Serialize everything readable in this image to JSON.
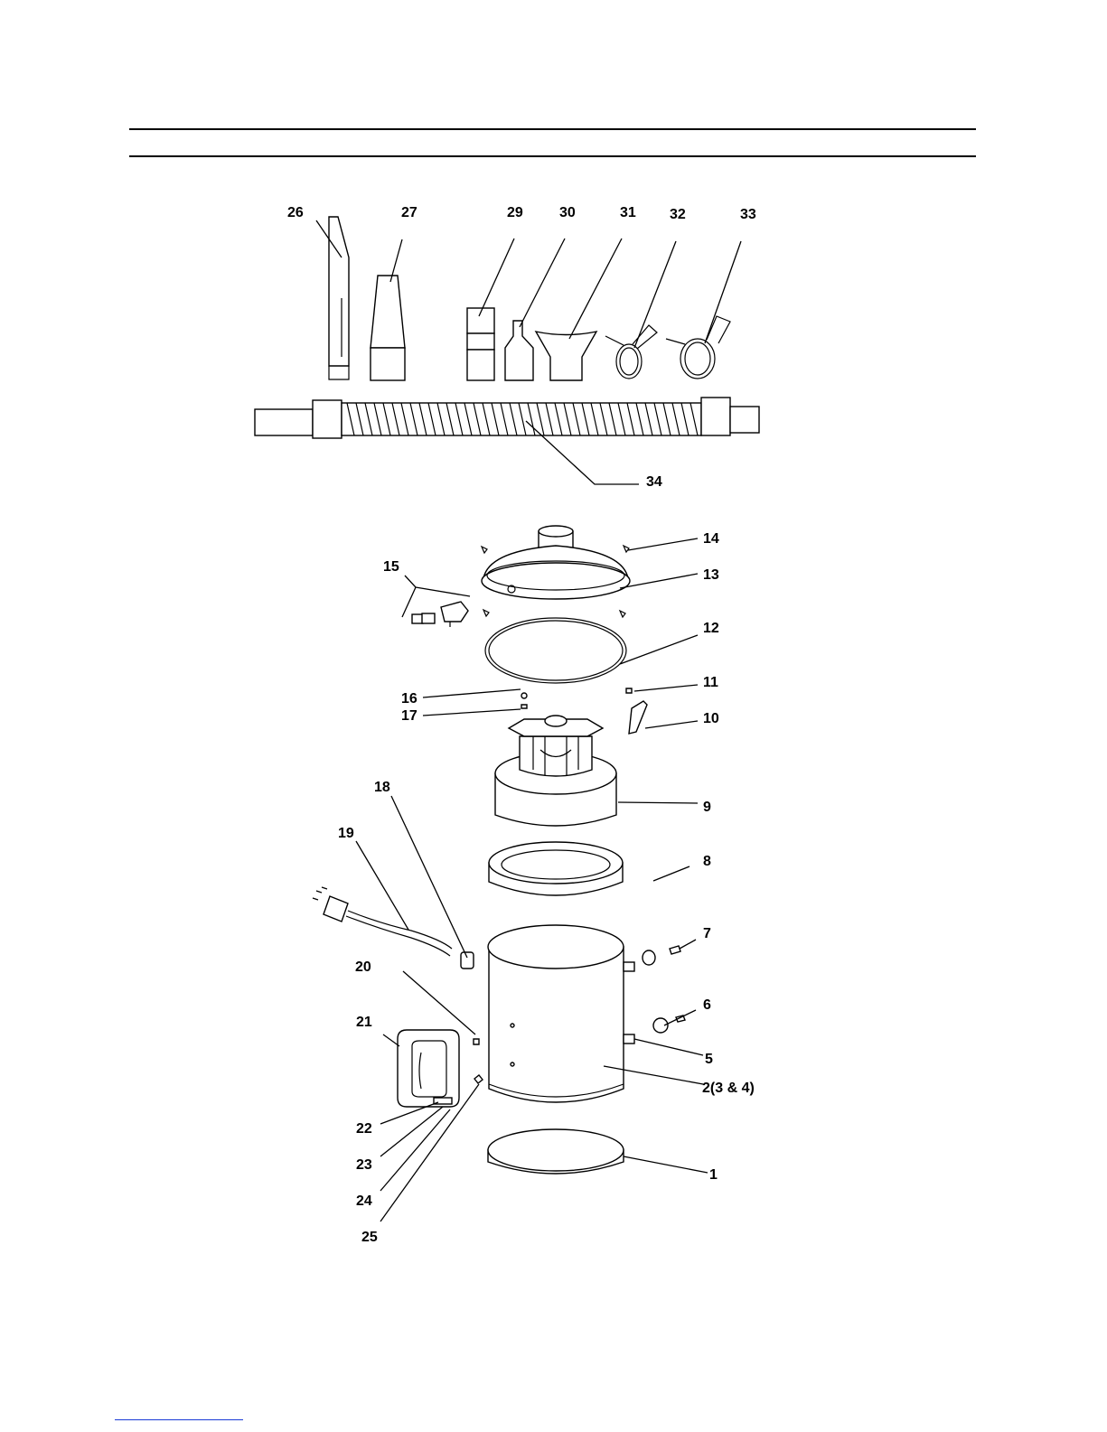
{
  "callouts": [
    {
      "id": "26",
      "text": "26"
    },
    {
      "id": "27",
      "text": "27"
    },
    {
      "id": "29",
      "text": "29"
    },
    {
      "id": "30",
      "text": "30"
    },
    {
      "id": "31",
      "text": "31"
    },
    {
      "id": "32",
      "text": "32"
    },
    {
      "id": "33",
      "text": "33"
    },
    {
      "id": "34",
      "text": "34"
    },
    {
      "id": "14",
      "text": "14"
    },
    {
      "id": "15",
      "text": "15"
    },
    {
      "id": "13",
      "text": "13"
    },
    {
      "id": "12",
      "text": "12"
    },
    {
      "id": "16",
      "text": "16"
    },
    {
      "id": "11",
      "text": "11"
    },
    {
      "id": "17",
      "text": "17"
    },
    {
      "id": "10",
      "text": "10"
    },
    {
      "id": "9",
      "text": "9"
    },
    {
      "id": "18",
      "text": "18"
    },
    {
      "id": "19",
      "text": "19"
    },
    {
      "id": "8",
      "text": "8"
    },
    {
      "id": "7",
      "text": "7"
    },
    {
      "id": "20",
      "text": "20"
    },
    {
      "id": "6",
      "text": "6"
    },
    {
      "id": "21",
      "text": "21"
    },
    {
      "id": "5",
      "text": "5"
    },
    {
      "id": "2",
      "text": "2(3 & 4)"
    },
    {
      "id": "22",
      "text": "22"
    },
    {
      "id": "23",
      "text": "23"
    },
    {
      "id": "1",
      "text": "1"
    },
    {
      "id": "24",
      "text": "24"
    },
    {
      "id": "25",
      "text": "25"
    }
  ]
}
